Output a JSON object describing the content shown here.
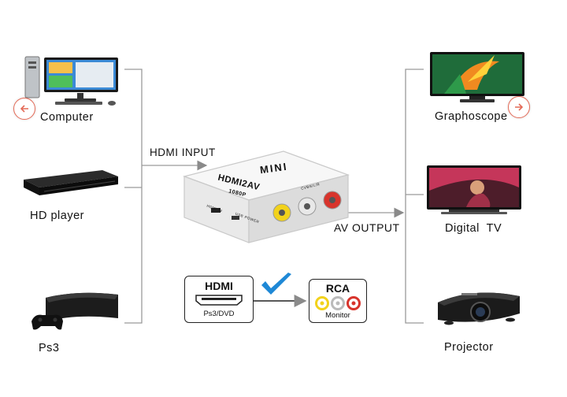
{
  "left_devices": [
    {
      "label": "Computer",
      "icon": "computer-icon"
    },
    {
      "label": "HD player",
      "icon": "dvd-player-icon"
    },
    {
      "label": "Ps3",
      "icon": "game-console-icon"
    }
  ],
  "right_devices": [
    {
      "label": "Graphoscope",
      "icon": "monitor-icon"
    },
    {
      "label": "Digital  TV",
      "icon": "tv-icon"
    },
    {
      "label": "Projector",
      "icon": "projector-icon"
    }
  ],
  "input_label": "HDMI INPUT",
  "output_label": "AV OUTPUT",
  "converter": {
    "brand": "MINI",
    "model": "HDMI2AV",
    "resolution": "1080P",
    "port_labels": [
      "HDMI IN",
      "CVBS/L/R",
      "USB POWER"
    ]
  },
  "flow": {
    "source_title": "HDMI",
    "source_subtitle": "Ps3/DVD",
    "target_title": "RCA",
    "target_subtitle": "Monitor",
    "check_icon": "checkmark-icon"
  },
  "nav": {
    "prev_icon": "arrow-left-icon",
    "next_icon": "arrow-right-icon"
  },
  "colors": {
    "accent": "#e46a57",
    "check": "#1e88d6",
    "line": "#9a9a9a",
    "rca": [
      "#f2d21b",
      "#e8e8e8",
      "#d8342c"
    ]
  }
}
